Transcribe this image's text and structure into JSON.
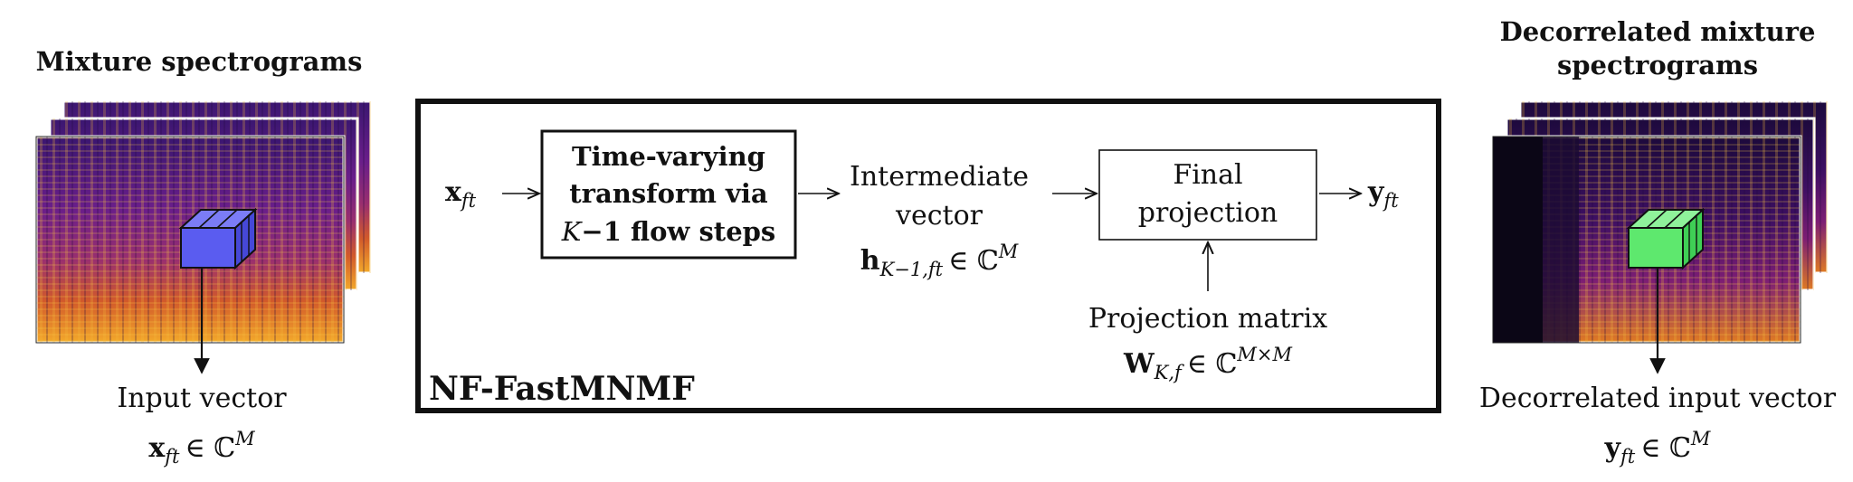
{
  "left": {
    "title": "Mixture spectrograms",
    "vector_label": "Input vector",
    "vector_symbol": "x",
    "vector_sub": "ft",
    "in_sym": "∈ ℂ",
    "sup": "M",
    "cube_color": "#5a5cf0"
  },
  "right": {
    "title_line1": "Decorrelated mixture",
    "title_line2": "spectrograms",
    "vector_label": "Decorrelated input vector",
    "vector_symbol": "y",
    "vector_sub": "ft",
    "in_sym": "∈ ℂ",
    "sup": "M",
    "cube_color": "#5ee86e"
  },
  "center": {
    "box_title": "NF-FastMNMF",
    "input_symbol": "x",
    "input_sub": "ft",
    "transform_line1": "Time-varying",
    "transform_line2": "transform via",
    "transform_line3_k": "K",
    "transform_line3_rest": "−1 flow steps",
    "intermediate_line1": "Intermediate",
    "intermediate_line2": "vector",
    "h_symbol": "h",
    "h_sub": "K−1,ft",
    "h_in": "∈ ℂ",
    "h_sup": "M",
    "final_line1": "Final",
    "final_line2": "projection",
    "output_symbol": "y",
    "output_sub": "ft",
    "projection_label": "Projection matrix",
    "w_symbol": "W",
    "w_sub": "K,f",
    "w_in": "∈ ℂ",
    "w_sup": "M×M"
  }
}
